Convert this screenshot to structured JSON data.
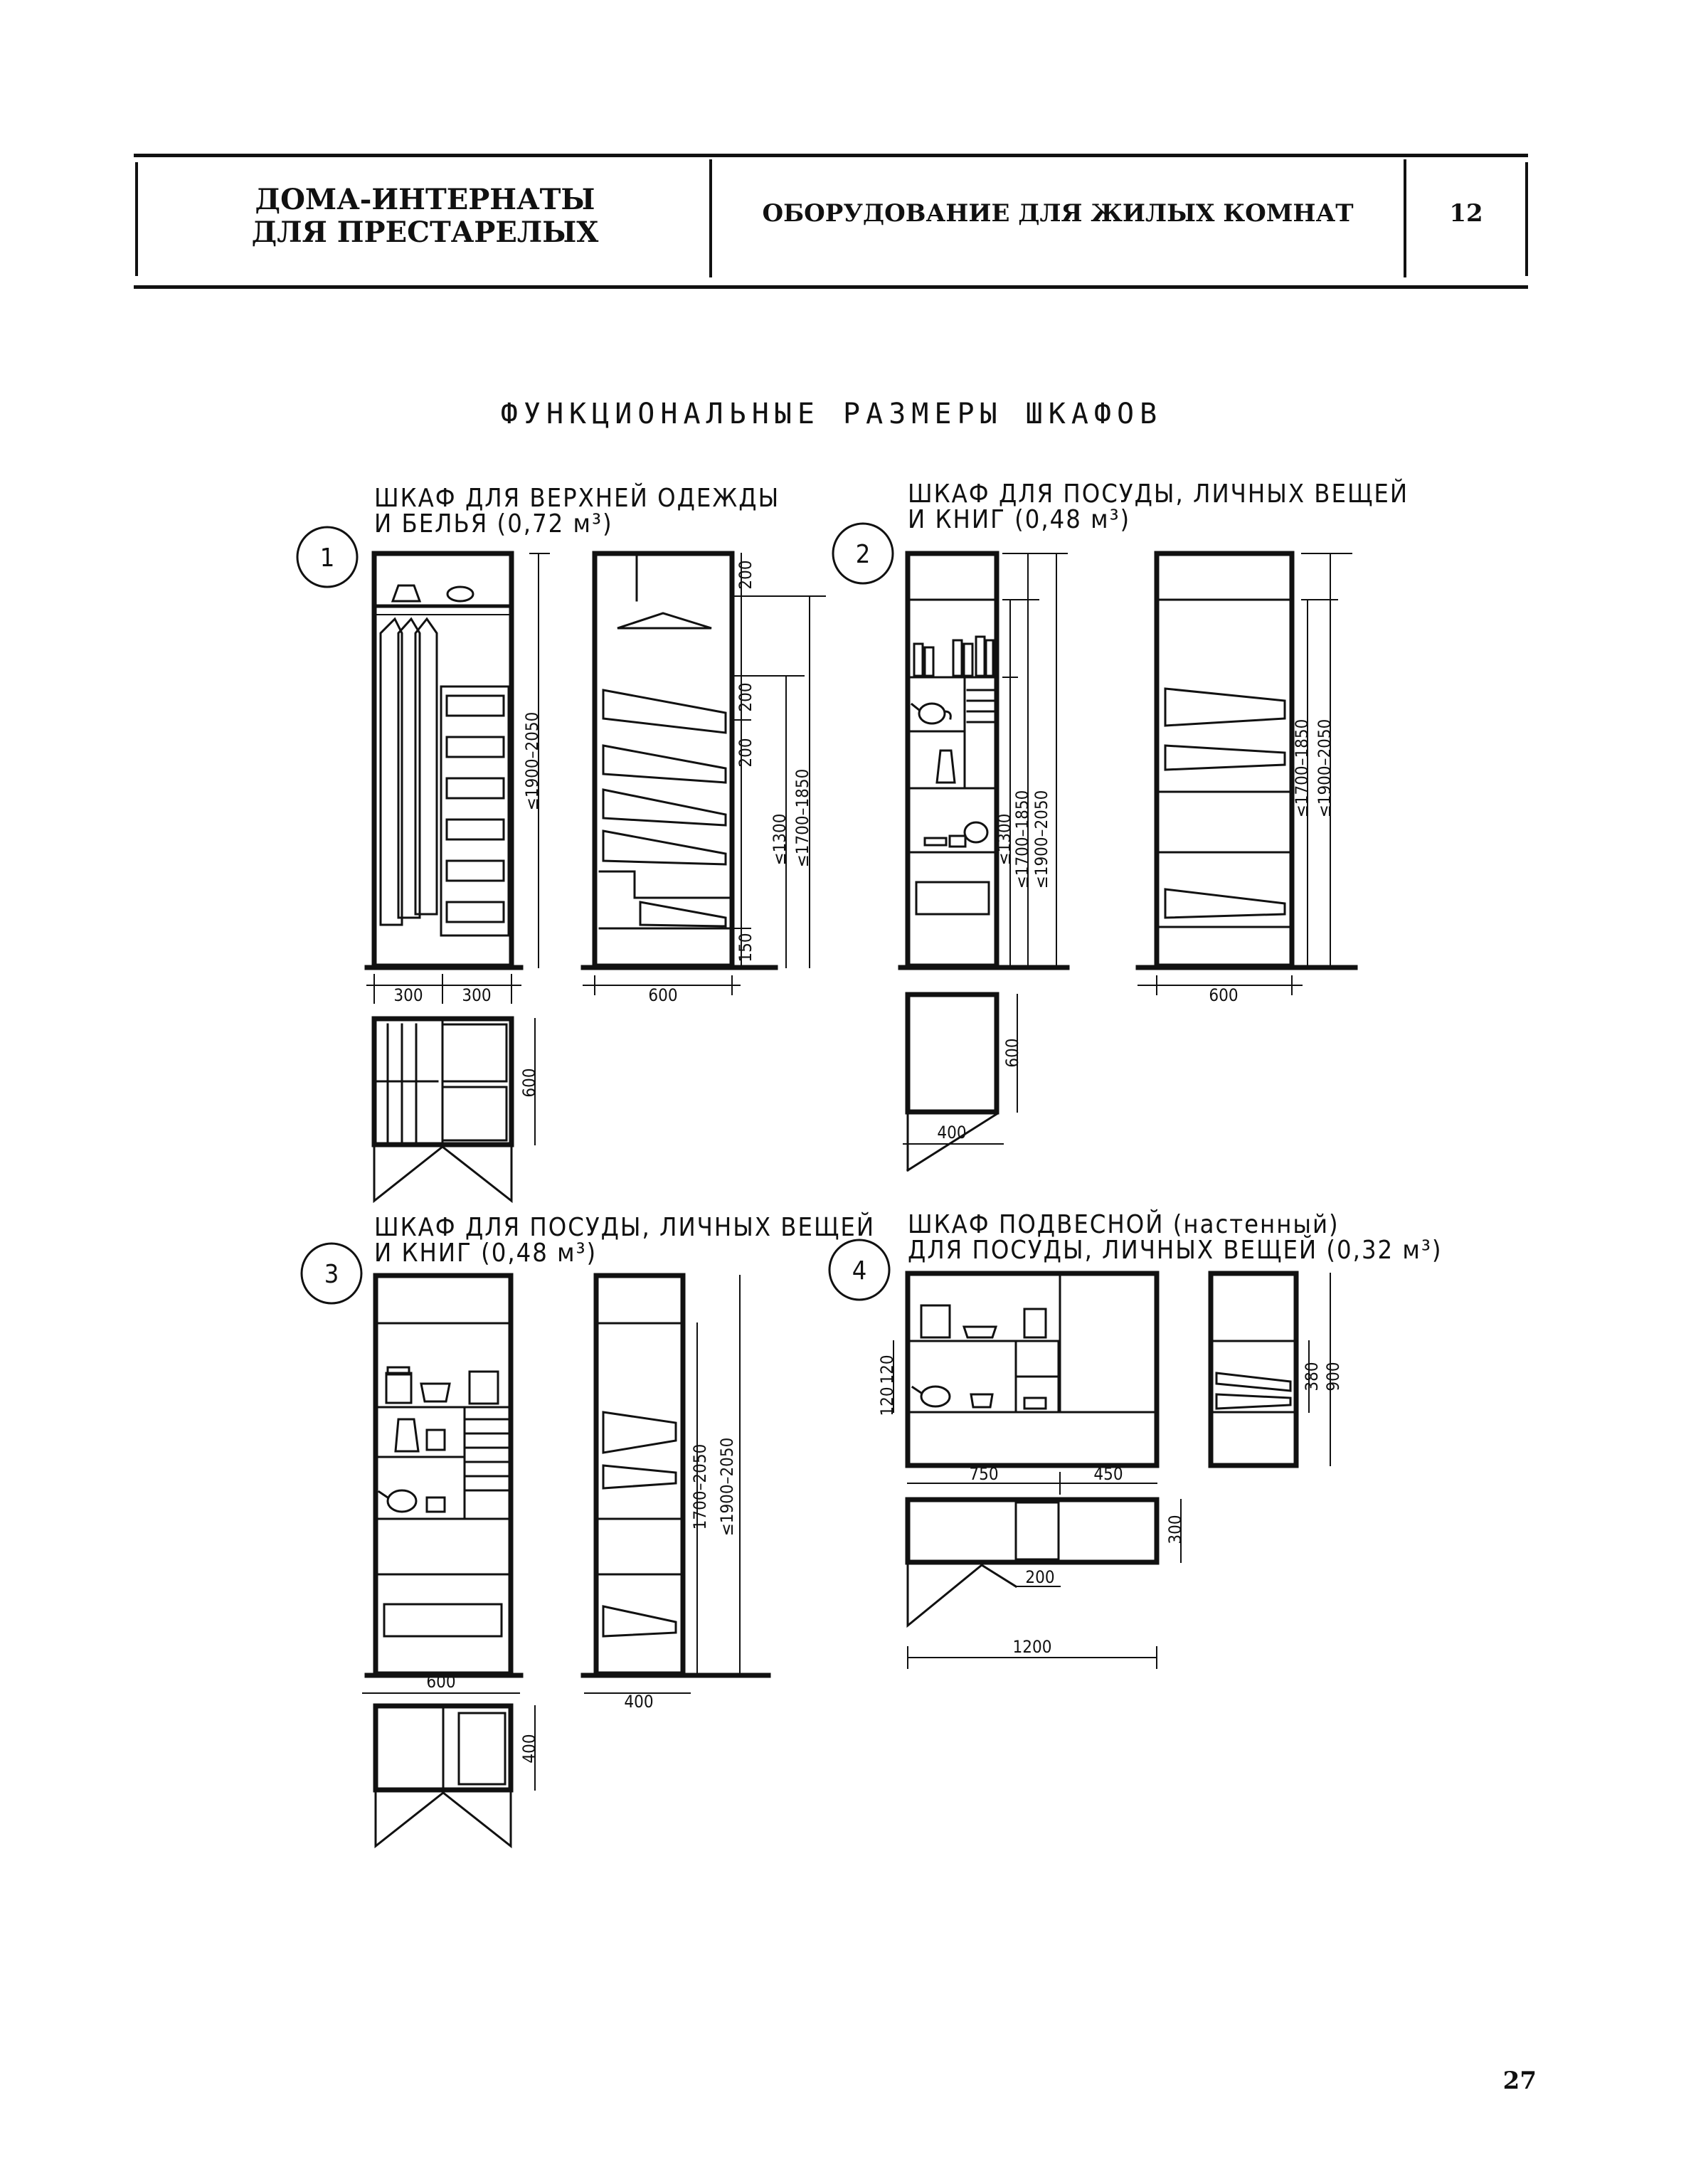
{
  "header": {
    "left_line1": "ДОМА-ИНТЕРНАТЫ",
    "left_line2": "ДЛЯ ПРЕСТАРЕЛЫХ",
    "center": "ОБОРУДОВАНИЕ ДЛЯ ЖИЛЫХ КОМНАТ",
    "right": "12"
  },
  "title": "ФУНКЦИОНАЛЬНЫЕ РАЗМЕРЫ ШКАФОВ",
  "page_number": "27",
  "figures": [
    {
      "number": "1",
      "caption_line1": "ШКАФ ДЛЯ ВЕРХНЕЙ ОДЕЖДЫ",
      "caption_line2": "И БЕЛЬЯ (0,72 м³)",
      "dims": {
        "height": "≤1900–2050",
        "w_left": "300",
        "w_right": "300",
        "plan_depth": "600",
        "side_width": "600",
        "d_200a": "200",
        "d_200b": "200",
        "d_200c": "200",
        "d_150": "150",
        "d_1300": "≤1300",
        "d_1700": "≤1700–1850"
      }
    },
    {
      "number": "2",
      "caption_line1": "ШКАФ ДЛЯ ПОСУДЫ, ЛИЧНЫХ ВЕЩЕЙ",
      "caption_line2": "И КНИГ (0,48 м³)",
      "dims": {
        "d_1300": "≤1300",
        "d_1700": "≤1700–1850",
        "d_1900": "≤1900–2050",
        "plan_depth": "600",
        "plan_width": "400",
        "side_width": "600",
        "s_1700": "≤1700–1850",
        "s_1900": "≤1900–2050"
      }
    },
    {
      "number": "3",
      "caption_line1": "ШКАФ ДЛЯ ПОСУДЫ, ЛИЧНЫХ ВЕЩЕЙ",
      "caption_line2": "И КНИГ (0,48 м³)",
      "dims": {
        "width": "600",
        "plan_depth": "400",
        "side_width": "400",
        "d_1700": "1700–2050",
        "d_1900": "≤1900–2050"
      }
    },
    {
      "number": "4",
      "caption_line1": "ШКАФ ПОДВЕСНОЙ (настенный)",
      "caption_line2": "ДЛЯ ПОСУДЫ, ЛИЧНЫХ ВЕЩЕЙ (0,32 м³)",
      "dims": {
        "w_750": "750",
        "w_450": "450",
        "d_120a": "120",
        "d_120b": "120",
        "d_380": "380",
        "d_900": "900",
        "plan_depth": "300",
        "plan_200": "200",
        "plan_1200": "1200"
      }
    }
  ]
}
